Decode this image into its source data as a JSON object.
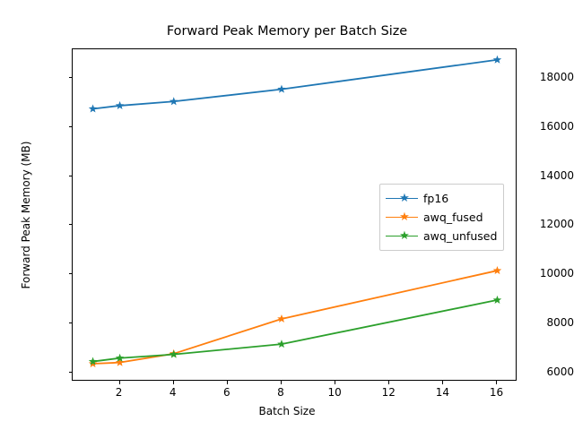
{
  "chart_data": {
    "type": "line",
    "title": "Forward Peak Memory per Batch Size",
    "xlabel": "Batch Size",
    "ylabel": "Forward Peak Memory (MB)",
    "x": [
      1,
      2,
      4,
      8,
      16
    ],
    "xlim": [
      0.25,
      16.75
    ],
    "ylim": [
      5620,
      19180
    ],
    "xticks": [
      2,
      4,
      6,
      8,
      10,
      12,
      14,
      16
    ],
    "xtick_labels": [
      "2",
      "4",
      "6",
      "8",
      "10",
      "12",
      "14",
      "16"
    ],
    "yticks": [
      6000,
      8000,
      10000,
      12000,
      14000,
      16000,
      18000
    ],
    "ytick_labels": [
      "6000",
      "8000",
      "10000",
      "12000",
      "14000",
      "16000",
      "18000"
    ],
    "grid": false,
    "marker": "star",
    "legend_position": "center right",
    "series": [
      {
        "name": "fp16",
        "color": "#1f77b4",
        "values": [
          16750,
          16880,
          17050,
          17550,
          18750
        ]
      },
      {
        "name": "awq_fused",
        "color": "#ff7f0e",
        "values": [
          6350,
          6400,
          6760,
          8180,
          10150
        ]
      },
      {
        "name": "awq_unfused",
        "color": "#2ca02c",
        "values": [
          6440,
          6580,
          6730,
          7150,
          8950
        ]
      }
    ]
  }
}
